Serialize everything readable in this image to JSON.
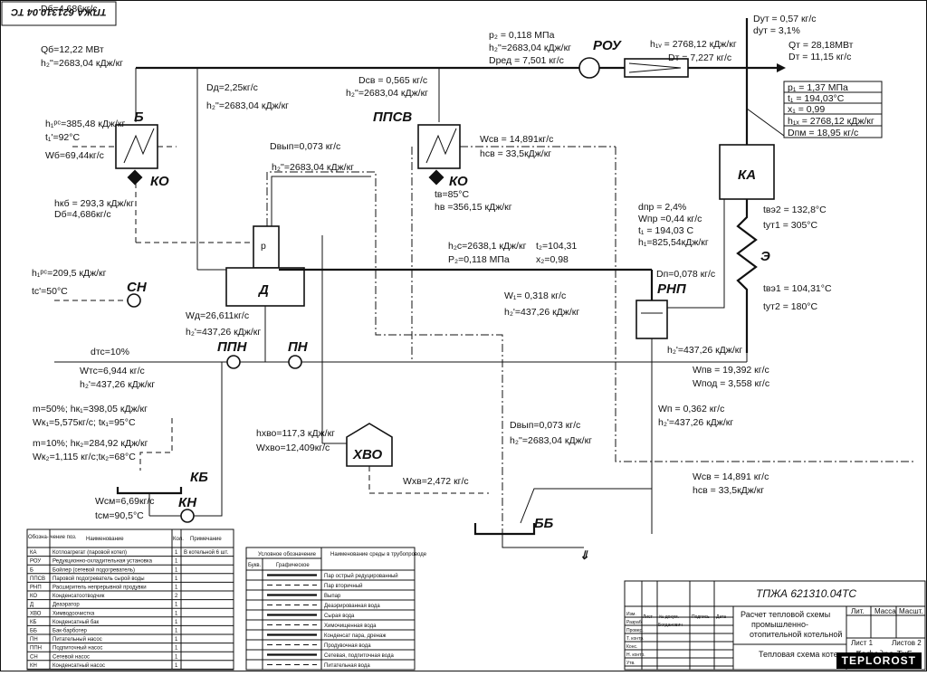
{
  "corner_code": "ТПЖА 621310.04 ТС",
  "equipment": {
    "rou": "РОУ",
    "boiler_heater": "Б",
    "ko_left": "КО",
    "ppsv": "ППСВ",
    "ko_mid": "КО",
    "ka": "КА",
    "economizer": "Э",
    "rnp": "РНП",
    "deaerator": "Д",
    "deaerator_p": "p",
    "sn": "СН",
    "ppn": "ППН",
    "pn": "ПН",
    "khvo": "ХВО",
    "kb": "КБ",
    "kn": "КН",
    "bb": "ББ"
  },
  "params": {
    "db": "Dб=4,686кг/с",
    "qb": "Qб=12,22 МВт",
    "h2b": "h₂''=2683,04 кДж/кг",
    "h1pc": "h₁ᵖᶜ=385,48 кДж/кг",
    "t1": "t₁'=92°C",
    "wb": "Wб=69,44кг/с",
    "hkb": "hкб = 293,3 кДж/кг",
    "dbb": "Dб=4,686кг/с",
    "dd": "Dд=2,25кг/с",
    "h2dd": "h₂''=2683,04 кДж/кг",
    "p2": "p₂ = 0,118 МПа",
    "h2p": "h₂''=2683,04 кДж/кг",
    "dred": "Dред = 7,501 кг/с",
    "dcv": "Dсв = 0,565 кг/с",
    "h2cv": "h₂''=2683,04 кДж/кг",
    "h1v": "h₁ᵥ = 2768,12 кДж/кг",
    "dt": "Dт = 7,227 кг/с",
    "dyt": "Dут = 0,57 кг/с",
    "dytpct": "dут = 3,1%",
    "qt": "Qт = 28,18МВт",
    "dt2": "Dт = 11,15 кг/с",
    "p1": "p₁ = 1,37 МПа",
    "t1s": "t₁ = 194,03°C",
    "x1": "x₁ = 0,99",
    "h1x": "h₁ₓ = 2768,12 кДж/кг",
    "dpm": "Dпм = 18,95 кг/с",
    "dvyp": "Dвып=0,073 кг/с",
    "h2vyp": "h₂''=2683,04 кДж/кг",
    "wcv": "Wсв = 14,891кг/с",
    "hcv": "hсв = 33,5кДж/кг",
    "tv": "tв=85°C",
    "hv": "hв =356,15 кДж/кг",
    "dpr": "dпр = 2,4%",
    "wpr": "Wпр =0,44 кг/с",
    "t1r": "t₁ = 194,03 С",
    "h1r": "h₁=825,54кДж/кг",
    "tve2": "tвэ2 = 132,8°C",
    "tyt1": "tут1 = 305°C",
    "h2s": "h₂с=2638,1 кДж/кг",
    "p2s": "P₂=0,118 МПа",
    "t2": "t₂=104,31",
    "x2": "x₂=0,98",
    "dp": "Dп=0,078 кг/с",
    "w1": "W₁= 0,318 кг/с",
    "h2w": "h₂'=437,26 кДж/кг",
    "tve1": "tвэ1 = 104,31°C",
    "tyt2": "tут2 = 180°C",
    "h1pc2": "h₁ᵖᶜ=209,5 кДж/кг",
    "tc": "tс'=50°C",
    "wd": "Wд=26,611кг/с",
    "h2d": "h₂'=437,26 кДж/кг",
    "dtc": "dтс=10%",
    "wtc": "Wтс=6,944 кг/с",
    "h2tc": "h₂'=437,26 кДж/кг",
    "h2r": "h₂'=437,26 кДж/кг",
    "wpv": "Wпв = 19,392 кг/с",
    "wpod": "Wпод = 3,558 кг/с",
    "m50": "m=50%; hк₁=398,05 кДж/кг",
    "wk1": "Wк₁=5,575кг/с; tк₁=95°C",
    "m10": "m=10%; hк₂=284,92 кДж/кг",
    "wk2": "Wк₂=1,115 кг/с;tк₂=68°C",
    "wp": "Wп = 0,362 кг/с",
    "h2p2": "h₂'=437,26 кДж/кг",
    "hhvo": "hхво=117,3 кДж/кг",
    "whvo": "Wхво=12,409кг/с",
    "dvyp2": "Dвып=0,073 кг/с",
    "h2vyp2": "h₂''=2683,04 кДж/кг",
    "wcm": "Wсм=6,69кг/с",
    "tcm": "tсм=90,5°C",
    "wch": "Wхв=2,472 кг/с",
    "wcv2": "Wсв = 14,891 кг/с",
    "hcv2": "hсв = 33,5кДж/кг"
  },
  "spec_table": {
    "headers": [
      "Обозна- чение поз.",
      "Наименование",
      "Кол.",
      "Примечание"
    ],
    "rows": [
      [
        "КА",
        "Котлоагрегат (паровой котел)",
        "1",
        "В котельной 6 шт."
      ],
      [
        "РОУ",
        "Редукционно-охладительная установка",
        "1",
        ""
      ],
      [
        "Б",
        "Бойлер (сетевой подогреватель)",
        "1",
        ""
      ],
      [
        "ППСВ",
        "Паровой подогреватель сырой воды",
        "1",
        ""
      ],
      [
        "РНП",
        "Расширитель непрерывной продувки",
        "1",
        ""
      ],
      [
        "КО",
        "Конденсатоотводчик",
        "2",
        ""
      ],
      [
        "Д",
        "Деаэратор",
        "1",
        ""
      ],
      [
        "ХВО",
        "Химводоочистка",
        "1",
        ""
      ],
      [
        "КБ",
        "Конденсатный бак",
        "1",
        ""
      ],
      [
        "ББ",
        "Бак-барботер",
        "1",
        ""
      ],
      [
        "ПН",
        "Питательный насос",
        "1",
        ""
      ],
      [
        "ППН",
        "Подпиточный насос",
        "1",
        ""
      ],
      [
        "СН",
        "Сетевой насос",
        "1",
        ""
      ],
      [
        "КН",
        "Конденсатный насос",
        "1",
        ""
      ]
    ]
  },
  "legend_table": {
    "title": "Условное обозначение",
    "headers": [
      "Букв.",
      "Графическое",
      "Наименование среды в трубопроводе"
    ],
    "rows": [
      "Пар острый редуцированный",
      "Пар вторичный",
      "Выпар",
      "Деаэрированная вода",
      "Сырая вода",
      "Химочищенная вода",
      "Конденсат пара, дренаж",
      "Продувочная вода",
      "Сетевая, подпиточная вода",
      "Питательная вода"
    ]
  },
  "title_block": {
    "code": "ТПЖА 621310.04ТС",
    "doc_title": "Расчет тепловой схемы промышленно-отопительной котельной",
    "sheet_title": "Тепловая схема котельной",
    "lit": "Лит.",
    "mass": "Масса",
    "scale": "Масшт.",
    "sheet": "Лист 1",
    "sheets": "Листов 2",
    "dept": "Кафедра ТиГ",
    "rows": [
      "Изм.",
      "Разраб.",
      "Провер.",
      "Т. контр.",
      "Конс.",
      "Н. контр.",
      "Утв."
    ],
    "cols": [
      "Лист",
      "№ докум.",
      "Подпись",
      "Дата"
    ],
    "developer": "Богданович"
  },
  "watermark": "TEPLOROST"
}
